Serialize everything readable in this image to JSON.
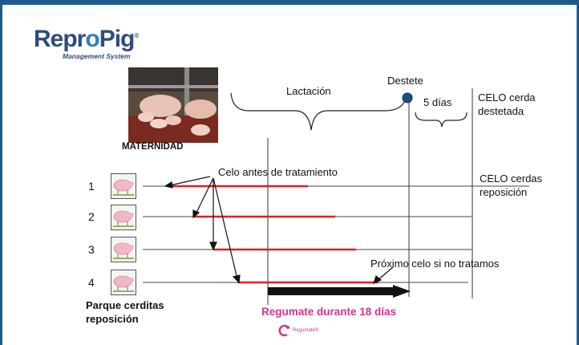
{
  "logo": {
    "text_pre": "Repr",
    "text_o": "o",
    "text_post": "Pig",
    "reg": "®",
    "subtitle": "Management System"
  },
  "maternidad": "MATERNIDAD",
  "labels": {
    "lactacion": "Lactación",
    "destete": "Destete",
    "cinco_dias": "5 días",
    "celo_cerda_1": "CELO cerda",
    "celo_cerda_2": "destetada",
    "celo_antes": "Celo antes de tratamiento",
    "celo_cerdas_1": "CELO cerdas",
    "celo_cerdas_2": "reposición",
    "proximo": "Próximo celo si no tratamos",
    "parque_1": "Parque cerditas",
    "parque_2": "reposición",
    "regumate": "Regumate durante 18 días",
    "regumate_logo": "Regumate®"
  },
  "rows": [
    {
      "num": "1"
    },
    {
      "num": "2"
    },
    {
      "num": "3"
    },
    {
      "num": "4"
    }
  ],
  "colors": {
    "frame": "#1f5a8f",
    "red": "#e02020",
    "magenta": "#d0348c",
    "dot": "#1c4f86"
  }
}
